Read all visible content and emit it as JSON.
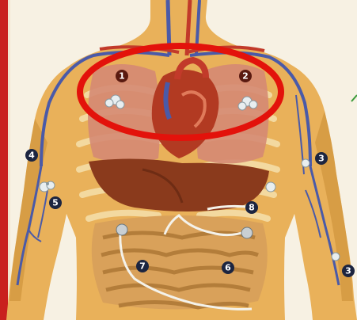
{
  "markers": [
    {
      "number": "1",
      "style": "dark-red"
    },
    {
      "number": "2",
      "style": "dark-red"
    },
    {
      "number": "3",
      "style": "dark-navy"
    },
    {
      "number": "3",
      "style": "dark-navy"
    },
    {
      "number": "4",
      "style": "dark-navy"
    },
    {
      "number": "5",
      "style": "dark-navy"
    },
    {
      "number": "6",
      "style": "dark-navy"
    },
    {
      "number": "7",
      "style": "dark-navy"
    },
    {
      "number": "8",
      "style": "dark-navy"
    }
  ],
  "highlight": {
    "shape": "ellipse",
    "color": "#e3120b",
    "target": "heart-and-upper-chest"
  },
  "colors": {
    "skin": "#e9b15a",
    "skin_shadow": "#c98c35",
    "background": "#f7f1e3",
    "frame": "#c9211e",
    "lung": "#d58a73",
    "heart": "#b23a22",
    "liver": "#8a3a1c",
    "intestine": "#d9a15a",
    "vein": "#4a5aa8",
    "artery": "#c23a2a",
    "rib": "#f3d9a0",
    "electrode": "#e8eef0"
  }
}
